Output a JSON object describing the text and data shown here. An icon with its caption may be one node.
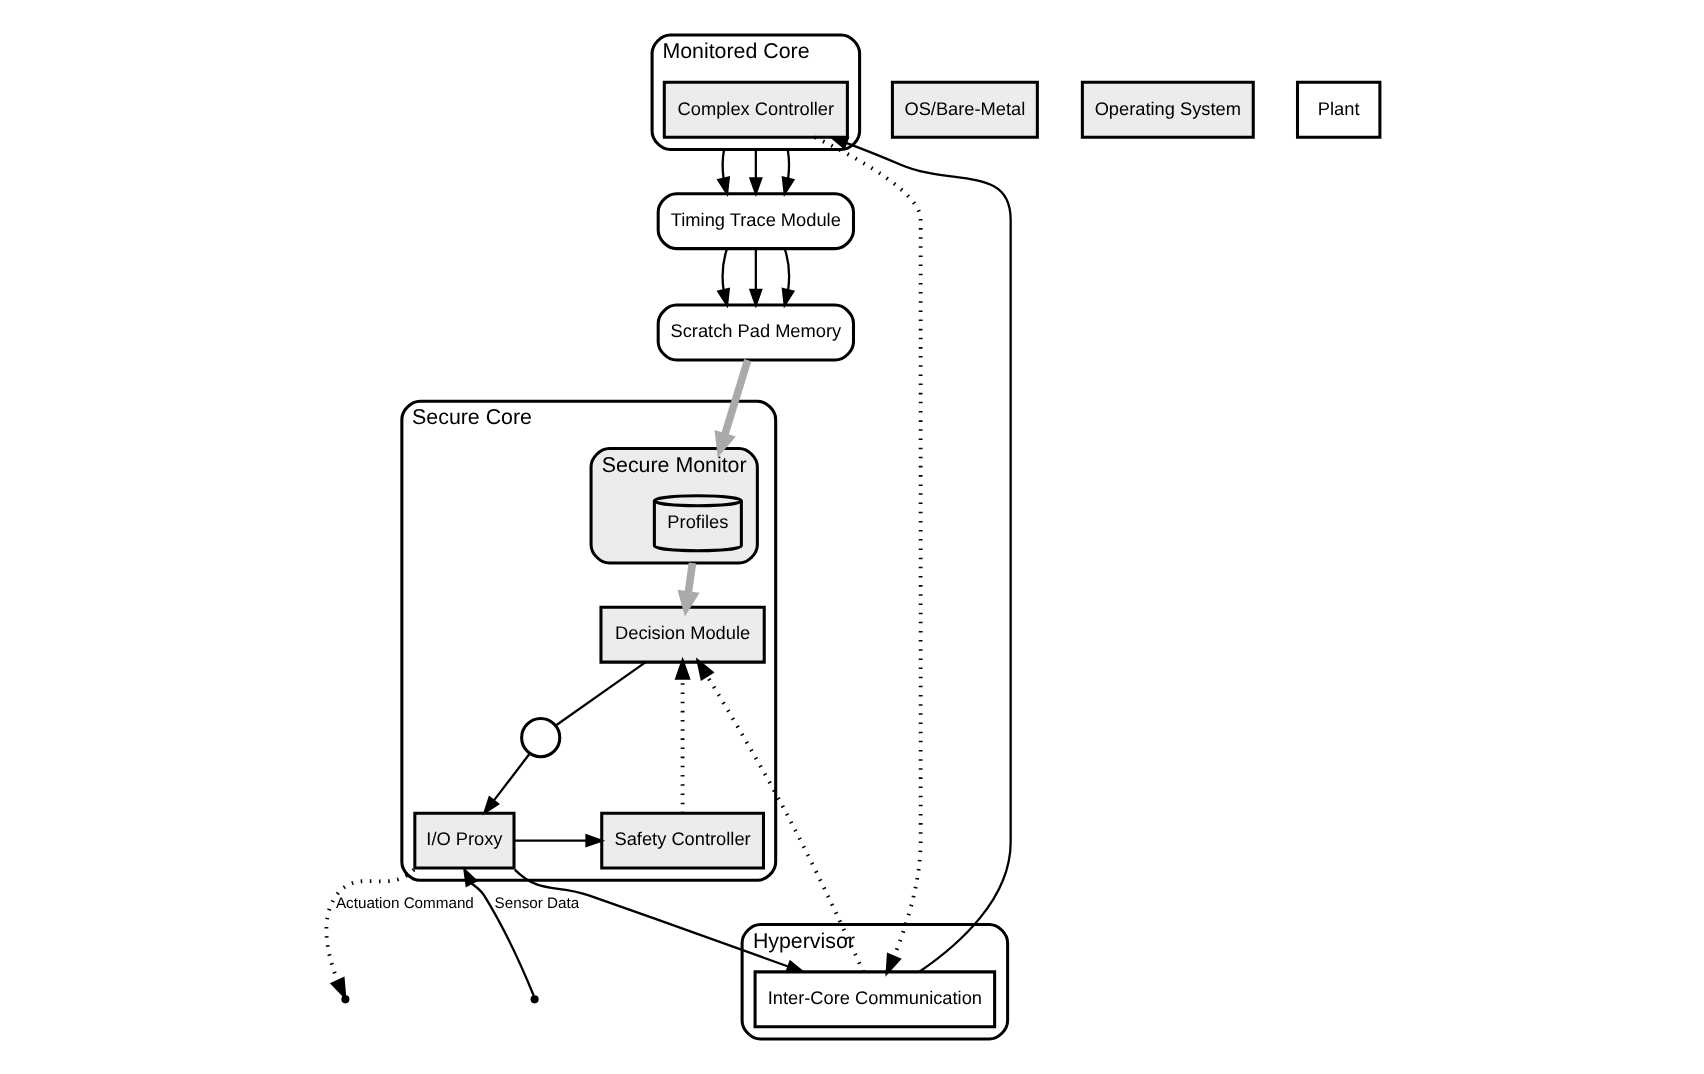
{
  "diagram": {
    "nodes": [
      {
        "text": [
          "Monitored Core"
        ]
      },
      {
        "text": [
          "Complex Controller"
        ],
        "in": 0
      },
      {
        "text": [
          "OS/Bare-Metal"
        ]
      },
      {
        "text": [
          "Timing Trace Module"
        ]
      },
      {
        "text": [
          "Scratch Pad Memory"
        ]
      },
      {
        "text": [
          "Secure Core"
        ]
      },
      {
        "text": [
          "Secure Monitor"
        ],
        "in": 5
      },
      {
        "text": [
          "Profiles"
        ],
        "in": 6
      },
      {
        "text": [
          "Decision Module"
        ],
        "in": 5
      },
      {
        "text": [],
        "shape": "circle",
        "in": 5
      },
      {
        "text": [
          "I/O Proxy"
        ],
        "in": 5
      },
      {
        "text": [
          "Safety Controller"
        ],
        "in": 5
      },
      {
        "text": [
          "Operating System"
        ]
      },
      {
        "text": [
          "Hypervisor"
        ]
      },
      {
        "text": [
          "Inter-Core Communication"
        ],
        "in": 13
      },
      {
        "text": [
          "Plant"
        ]
      }
    ],
    "edges": [
      {
        "from": 0,
        "to": 3,
        "arrow": "to"
      },
      {
        "from": 0,
        "to": 3,
        "arrow": "to"
      },
      {
        "from": 0,
        "to": 3,
        "arrow": "to"
      },
      {
        "from": 3,
        "to": 4,
        "arrow": "to"
      },
      {
        "from": 3,
        "to": 4,
        "arrow": "to"
      },
      {
        "from": 3,
        "to": 4,
        "arrow": "to"
      },
      {
        "from": 4,
        "to": 6,
        "arrow": "to",
        "style": "thick",
        "color": "#aaaaaa"
      },
      {
        "from": 6,
        "to": 8,
        "arrow": "to",
        "style": "thick",
        "color": "#aaaaaa"
      },
      {
        "from": 1,
        "to": 14,
        "arrow": "to",
        "style": "dashed"
      },
      {
        "from": 14,
        "to": 1,
        "arrow": "to"
      },
      {
        "from": 14,
        "to": 8,
        "arrow": "to",
        "style": "dashed"
      },
      {
        "from": 10,
        "to": 14,
        "arrow": "to"
      },
      {
        "from": 11,
        "to": 8,
        "arrow": "to",
        "style": "dashed"
      },
      {
        "from": 10,
        "to": 11,
        "arrow": "to"
      },
      {
        "from": 8,
        "to": 9,
        "arrow": "none"
      },
      {
        "from": 9,
        "to": 10,
        "arrow": "to"
      },
      {
        "from": 10,
        "to": null,
        "arrow": "to",
        "style": "dashed",
        "label": "Actuation Command"
      },
      {
        "from": null,
        "to": 10,
        "arrow": "to",
        "label": "Sensor Data"
      }
    ]
  }
}
